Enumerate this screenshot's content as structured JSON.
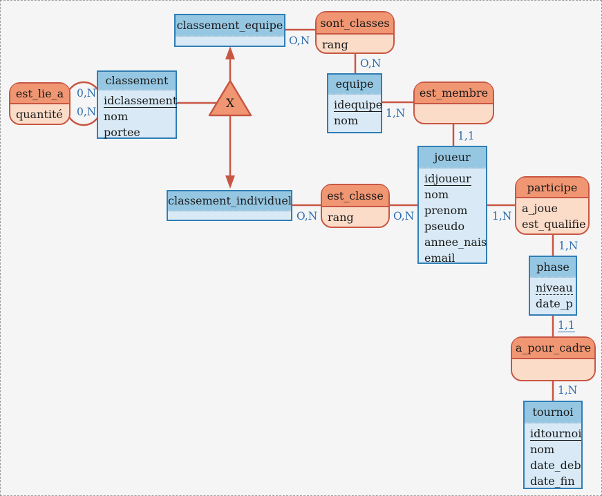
{
  "diagram": {
    "constraint": {
      "label": "X"
    },
    "entities": {
      "classement_equipe": {
        "title": "classement_equipe",
        "attributes": []
      },
      "classement": {
        "title": "classement",
        "attributes": [
          {
            "text": "idclassement",
            "u": "solid"
          },
          {
            "text": "nom"
          },
          {
            "text": "portee"
          }
        ]
      },
      "equipe": {
        "title": "equipe",
        "attributes": [
          {
            "text": "idequipe",
            "u": "solid"
          },
          {
            "text": "nom"
          }
        ]
      },
      "classement_individuel": {
        "title": "classement_individuel",
        "attributes": []
      },
      "joueur": {
        "title": "joueur",
        "attributes": [
          {
            "text": "idjoueur",
            "u": "solid"
          },
          {
            "text": "nom"
          },
          {
            "text": "prenom"
          },
          {
            "text": "pseudo"
          },
          {
            "text": "annee_nais"
          },
          {
            "text": "email"
          }
        ]
      },
      "phase": {
        "title": "phase",
        "attributes": [
          {
            "text": "niveau",
            "u": "dashed"
          },
          {
            "text": "date_p"
          }
        ]
      },
      "tournoi": {
        "title": "tournoi",
        "attributes": [
          {
            "text": "idtournoi",
            "u": "solid"
          },
          {
            "text": "nom"
          },
          {
            "text": "date_deb"
          },
          {
            "text": "date_fin"
          }
        ]
      }
    },
    "relationships": {
      "sont_classes": {
        "title": "sont_classes",
        "attributes": [
          {
            "text": "rang"
          }
        ]
      },
      "est_lie_a": {
        "title": "est_lie_a",
        "attributes": [
          {
            "text": "quantité"
          }
        ]
      },
      "est_membre": {
        "title": "est_membre",
        "attributes": []
      },
      "est_classe": {
        "title": "est_classe",
        "attributes": [
          {
            "text": "rang"
          }
        ]
      },
      "participe": {
        "title": "participe",
        "attributes": [
          {
            "text": "a_joue"
          },
          {
            "text": "est_qualifie"
          }
        ]
      },
      "a_pour_cadre": {
        "title": "a_pour_cadre",
        "attributes": []
      }
    },
    "cardinalities": {
      "ce_sc": "O,N",
      "sc_eq": "O,N",
      "eq_em": "1,N",
      "em_jo": "1,1",
      "el_cl_1": "0,N",
      "el_cl_2": "0,N",
      "ci_ec": "O,N",
      "ec_jo": "O,N",
      "jo_pa": "1,N",
      "pa_ph": "1,N",
      "ph_ac": "1,1",
      "ac_to": "1,N"
    },
    "identifying_cardinalities": [
      "ph_ac"
    ],
    "colors": {
      "entity_border": "#2f7eb5",
      "entity_title_bg": "#96c7e2",
      "entity_body_bg": "#d9eaf6",
      "relation_border": "#c75643",
      "relation_title_bg": "#f09672",
      "relation_body_bg": "#fbdcc9",
      "connector": "#c75643",
      "cardinality_text": "#2c6cae",
      "canvas_bg": "#f5f5f6"
    }
  }
}
